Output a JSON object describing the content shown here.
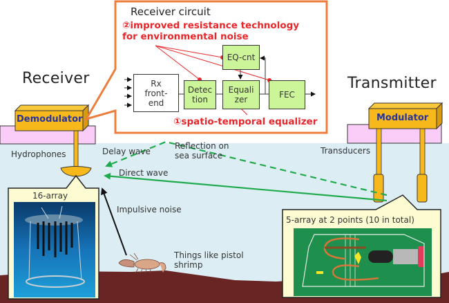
{
  "receiver_circuit": {
    "title": "Receiver circuit",
    "note_2": {
      "line1": "②improved resistance technology",
      "line2": "for environmental noise"
    },
    "note_1": "①spatio-temporal equalizer",
    "blocks": {
      "rx_frontend": "Rx\nfront-\nend",
      "detection": "Detec\ntion",
      "equalizer": "Equali\nzer",
      "eq_cnt": "EQ-cnt",
      "fec": "FEC"
    }
  },
  "receiver": {
    "title": "Receiver",
    "device": "Demodulator",
    "sensor": "Hydrophones",
    "array_caption": "16-array"
  },
  "transmitter": {
    "title": "Transmitter",
    "device": "Modulator",
    "sensor": "Transducers",
    "array_caption": "5-array at 2 points (10 in total)"
  },
  "waves": {
    "delay": "Delay wave",
    "reflection": "Reflection on\nsea surface",
    "direct": "Direct wave",
    "impulsive": "Impulsive noise"
  },
  "noise_source": "Things like pistol\nshrimp",
  "colors": {
    "callout_border": "#ec7d3a",
    "block_green": "#ccf59a",
    "note_red": "#e8262a",
    "device_gold": "#f7b81c",
    "platform_pink": "#f9cdf7",
    "water": "#dcedf4",
    "seabed": "#682524",
    "wave_green": "#1faa4b"
  }
}
